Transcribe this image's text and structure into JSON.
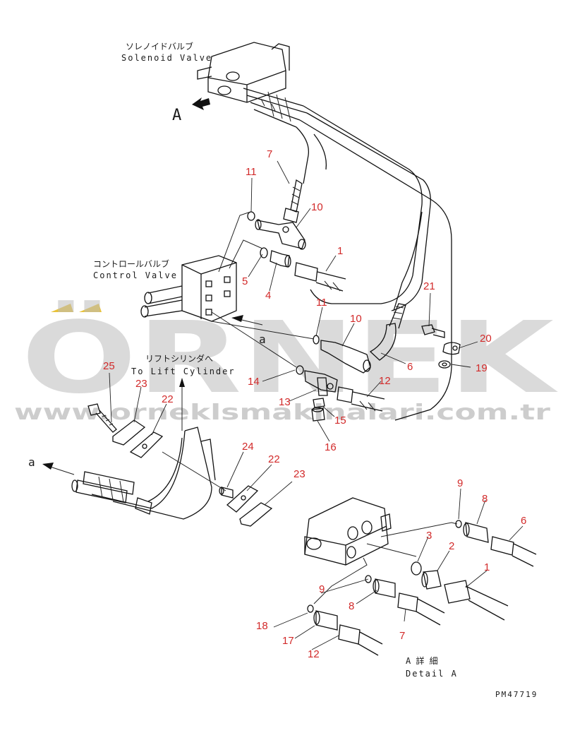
{
  "watermark": {
    "brand": "ÖRNEK",
    "url": "www.orneklsmakinalari.com.tr"
  },
  "labels": {
    "solenoid_jp": "ソレノイドバルブ",
    "solenoid_en": "Solenoid Valve",
    "control_jp": "コントロールバルブ",
    "control_en": "Control Valve",
    "lift_jp": "リフトシリンダへ",
    "lift_en": "To Lift Cylinder",
    "view_a": "A",
    "arrow_a1": "a",
    "arrow_a2": "a",
    "detail_jp": "A 詳 細",
    "detail_en": "Detail A",
    "drawing_no": "PM47719"
  },
  "callouts": {
    "c7": "7",
    "c11": "11",
    "c10": "10",
    "c1": "1",
    "c5": "5",
    "c4": "4",
    "c11b": "11",
    "c10b": "10",
    "c21": "21",
    "c20": "20",
    "c6": "6",
    "c19": "19",
    "c25": "25",
    "c23": "23",
    "c22": "22",
    "c14": "14",
    "c13": "13",
    "c12": "12",
    "c15": "15",
    "c16": "16",
    "c24": "24",
    "c22b": "22",
    "c23b": "23",
    "c9": "9",
    "c8": "8",
    "c6b": "6",
    "c3": "3",
    "c2": "2",
    "c1b": "1",
    "c9b": "9",
    "c8b": "8",
    "c7b": "7",
    "c18": "18",
    "c17": "17",
    "c12b": "12"
  },
  "colors": {
    "callout": "#d22a2a",
    "line": "#111111",
    "watermark": "#bdbdbd",
    "watermark_accent": "#e8c23a"
  }
}
